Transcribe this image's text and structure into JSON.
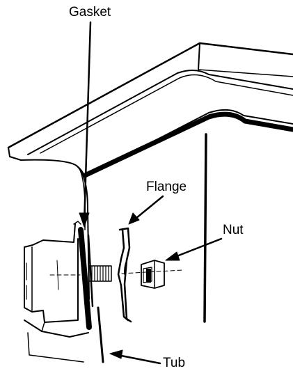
{
  "labels": {
    "gasket": "Gasket",
    "flange": "Flange",
    "nut": "Nut",
    "tub": "Tub"
  },
  "colors": {
    "ink": "#000000",
    "paper": "#ffffff"
  }
}
